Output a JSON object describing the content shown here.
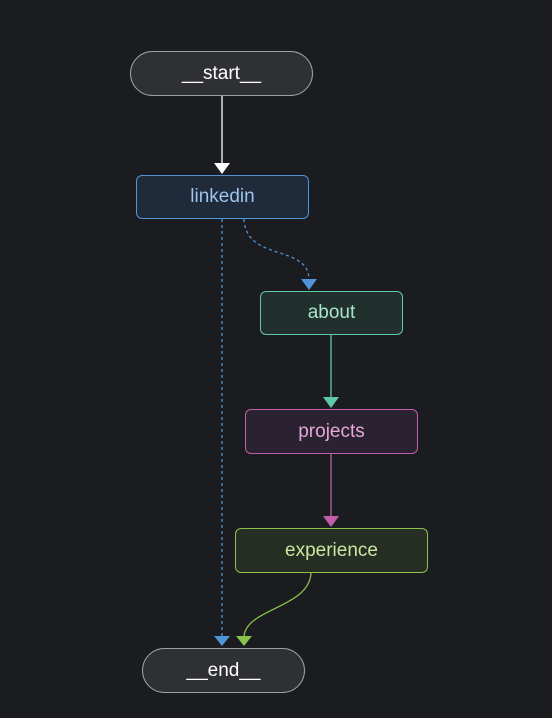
{
  "nodes": {
    "start": {
      "label": "__start__",
      "border": "#a0a2a8",
      "fill": "#2e3034",
      "text": "#ffffff"
    },
    "linkedin": {
      "label": "linkedin",
      "border": "#4f94d4",
      "fill": "#1f2a3a",
      "text": "#9cc4ec"
    },
    "about": {
      "label": "about",
      "border": "#5fc9a6",
      "fill": "#22302d",
      "text": "#a5e6cf"
    },
    "projects": {
      "label": "projects",
      "border": "#c15ea7",
      "fill": "#2a2230",
      "text": "#e6a6d8"
    },
    "experience": {
      "label": "experience",
      "border": "#8bc34a",
      "fill": "#262e24",
      "text": "#c8e6a0"
    },
    "end": {
      "label": "__end__",
      "border": "#a0a2a8",
      "fill": "#2e3034",
      "text": "#ffffff"
    }
  },
  "edges": [
    {
      "from": "__start__",
      "to": "linkedin",
      "style": "solid",
      "color": "#ffffff"
    },
    {
      "from": "linkedin",
      "to": "about",
      "style": "dashed",
      "color": "#4f94d4"
    },
    {
      "from": "linkedin",
      "to": "__end__",
      "style": "dashed",
      "color": "#4f94d4"
    },
    {
      "from": "about",
      "to": "projects",
      "style": "solid",
      "color": "#5fc9a6"
    },
    {
      "from": "projects",
      "to": "experience",
      "style": "solid",
      "color": "#c15ea7"
    },
    {
      "from": "experience",
      "to": "__end__",
      "style": "solid",
      "color": "#8bc34a"
    }
  ]
}
